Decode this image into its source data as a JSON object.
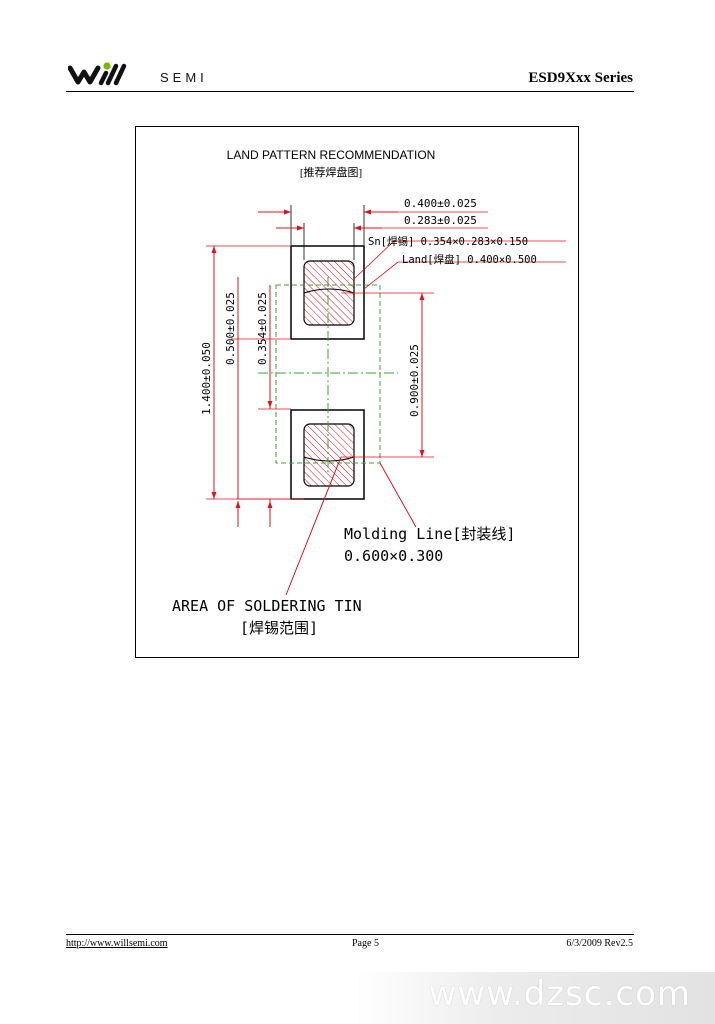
{
  "header": {
    "logo_text": "SEMI",
    "series": "ESD9Xxx Series"
  },
  "figure": {
    "title": "LAND PATTERN RECOMMENDATION",
    "title_cn": "[推荐焊盘图]",
    "dim_land_width": "0.400±0.025",
    "dim_sn_width": "0.283±0.025",
    "sn_label": "Sn[焊锡] 0.354×0.283×0.150",
    "land_label": "Land[焊盘] 0.400×0.500",
    "dim_total_height": "1.400±0.050",
    "dim_land_height": "0.500±0.025",
    "dim_sn_height": "0.354±0.025",
    "dim_pitch": "0.900±0.025",
    "molding_label": "Molding Line[封装线]",
    "molding_size": "0.600×0.300",
    "solder_area_label": "AREA OF SOLDERING TIN",
    "solder_area_cn": "[焊锡范围]",
    "colors": {
      "dimension": "#e0101a",
      "molding": "#3aa635",
      "hatch": "#e0101a",
      "outline": "#000000"
    }
  },
  "footer": {
    "url": "http://www.willsemi.com",
    "page": "Page 5",
    "date": "6/3/2009 Rev2.5"
  },
  "watermark": {
    "text": "www.dzsc.com"
  }
}
